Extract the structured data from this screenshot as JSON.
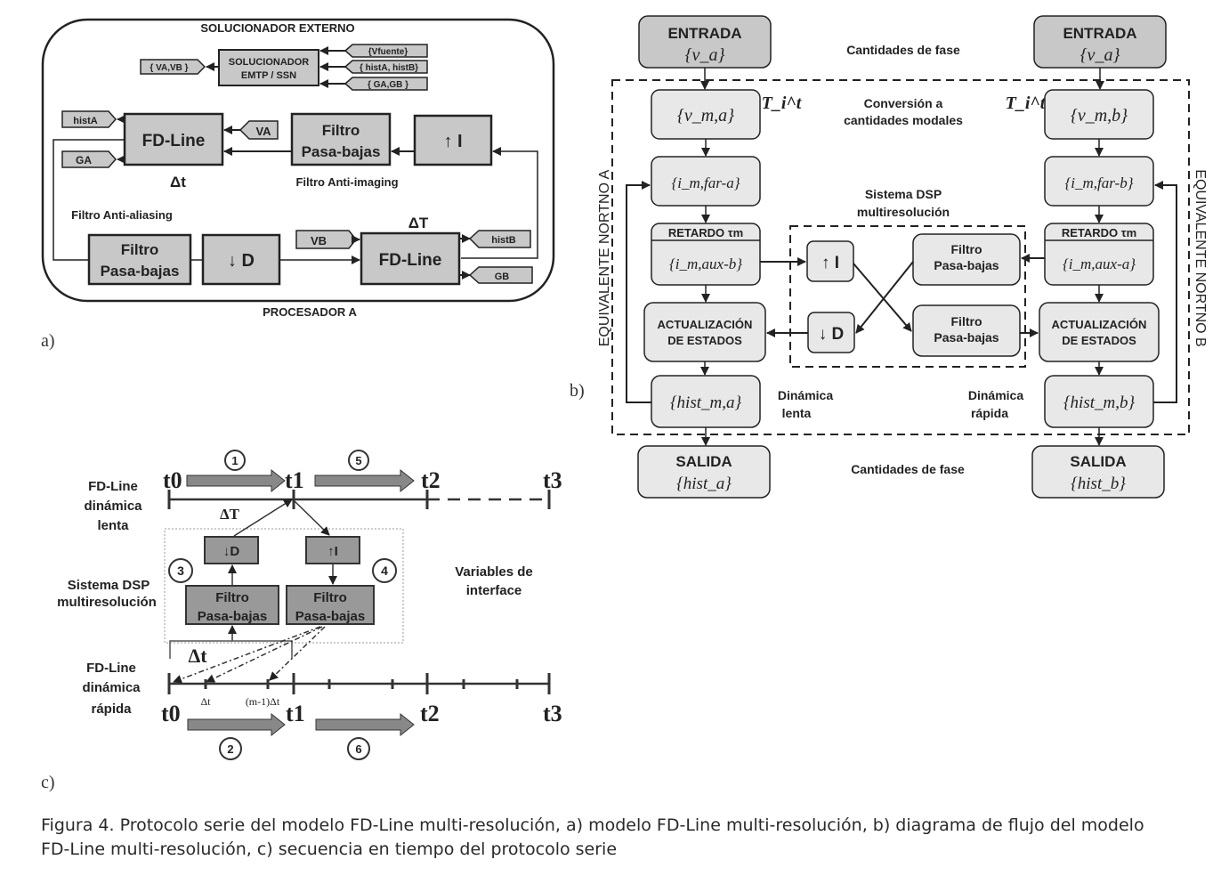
{
  "panel_a": {
    "label": "a)",
    "outer_title": "SOLUCIONADOR EXTERNO",
    "bottom_title": "PROCESADOR A",
    "solver": {
      "line1": "SOLUCIONADOR",
      "line2": "EMTP / SSN"
    },
    "solver_out": "{ VA,VB }",
    "solver_in": [
      "{Vfuente}",
      "{ histA, histB}",
      "{ GA,GB }"
    ],
    "fdline_a": "FD-Line",
    "fdline_b": "FD-Line",
    "hist_a": "histA",
    "g_a": "GA",
    "v_a": "VA",
    "v_b": "VB",
    "hist_b": "histB",
    "g_b": "GB",
    "filter_top": {
      "line1": "Filtro",
      "line2": "Pasa-bajas"
    },
    "filter_bottom": {
      "line1": "Filtro",
      "line2": "Pasa-bajas"
    },
    "interp": "↑ I",
    "decim": "↓ D",
    "dt": "Δt",
    "dT": "ΔT",
    "anti_imaging": "Filtro Anti-imaging",
    "anti_aliasing": "Filtro Anti-aliasing"
  },
  "panel_b": {
    "label": "b)",
    "entrada": "ENTRADA",
    "entrada_var": "{v_a}",
    "salida": "SALIDA",
    "salida_a": "{hist_a}",
    "salida_b": "{hist_b}",
    "phase_top": "Cantidades de fase",
    "phase_bottom": "Cantidades de fase",
    "conv1": "Conversión a",
    "conv2": "cantidades modales",
    "transform": "T_i^t",
    "vma": "{v_m,a}",
    "vmb": "{v_m,b}",
    "ifar_a": "{i_m,far-a}",
    "ifar_b": "{i_m,far-b}",
    "retardo": "RETARDO τm",
    "iaux_b": "{i_m,aux-b}",
    "iaux_a": "{i_m,aux-a}",
    "dsp1": "Sistema DSP",
    "dsp2": "multiresolución",
    "interp": "↑ I",
    "decim": "↓ D",
    "filter": {
      "line1": "Filtro",
      "line2": "Pasa-bajas"
    },
    "act1": "ACTUALIZACIÓN",
    "act2": "DE ESTADOS",
    "hist_ma": "{hist_m,a}",
    "hist_mb": "{hist_m,b}",
    "slow1": "Dinámica",
    "slow2": "lenta",
    "fast1": "Dinámica",
    "fast2": "rápida",
    "norton_a": "EQUIVALENTE NORTNO A",
    "norton_b": "EQUIVALENTE NORTNO B"
  },
  "panel_c": {
    "label": "c)",
    "slow_label": [
      "FD-Line",
      "dinámica",
      "lenta"
    ],
    "fast_label": [
      "FD-Line",
      "dinámica",
      "rápida"
    ],
    "dsp_label": [
      "Sistema DSP",
      "multiresolución"
    ],
    "iface_label": [
      "Variables de",
      "interface"
    ],
    "times": [
      "t0",
      "t1",
      "t2",
      "t3"
    ],
    "steps": [
      "1",
      "2",
      "3",
      "4",
      "5",
      "6"
    ],
    "decim": "↓D",
    "interp": "↑I",
    "filter": {
      "line1": "Filtro",
      "line2": "Pasa-bajas"
    },
    "dT": "ΔT",
    "dt": "Δt",
    "dt_small": "Δt",
    "mdt": "(m-1)Δt"
  },
  "caption": {
    "line1": "Figura 4.  Protocolo serie del modelo FD-Line multi-resolución, a) modelo FD-Line multi-resolución, b) diagrama de flujo del modelo",
    "line2": "FD-Line multi-resolución, c) secuencia en tiempo del protocolo serie"
  },
  "colors": {
    "box_gray": "#c8c8c8",
    "box_light": "#e8e8e8",
    "stroke": "#222222",
    "arrow_fill": "#888888"
  }
}
